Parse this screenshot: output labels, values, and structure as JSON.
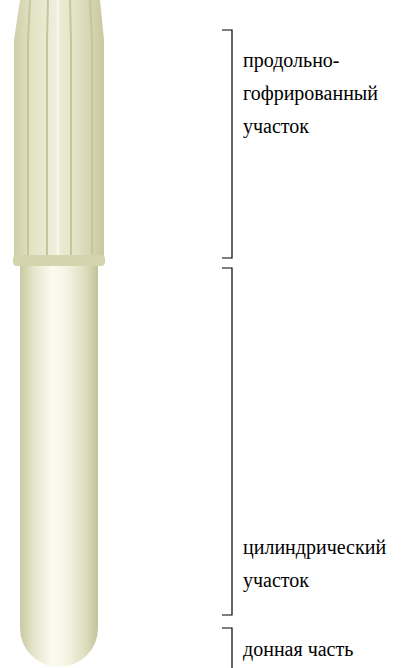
{
  "diagram": {
    "labels": [
      "продольно- гофрированный участок",
      "цилиндрический участок",
      "донная часть"
    ]
  }
}
